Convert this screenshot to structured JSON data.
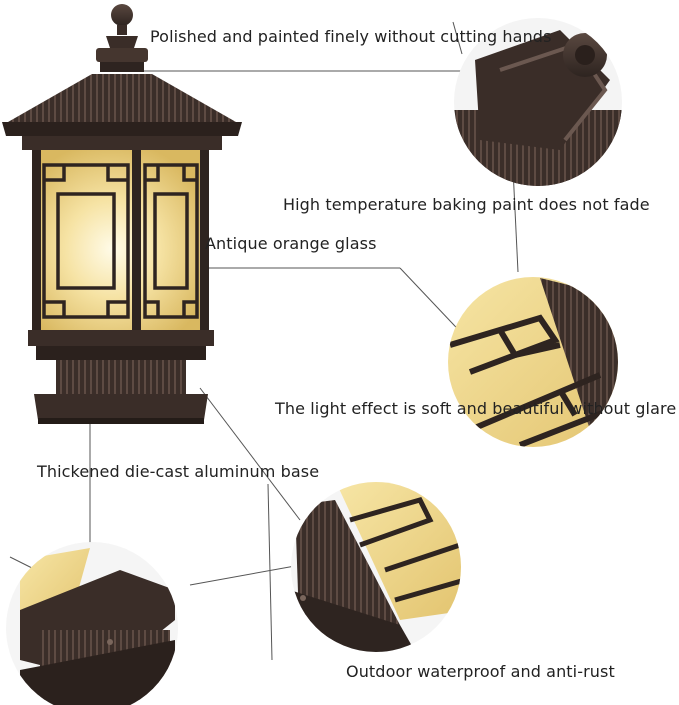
{
  "labels": {
    "polished": "Polished and painted finely without cutting hands",
    "baking": "High temperature baking paint does not fade",
    "glass": "Antique orange glass",
    "light": "The light effect is soft and beautiful without glare",
    "base": "Thickened die-cast aluminum base",
    "waterproof": "Outdoor waterproof and anti-rust"
  },
  "colors": {
    "frame": "#3e302a",
    "frame_dark": "#2a201c",
    "glass": "#f2d98a",
    "glass_glow": "#fff6d6",
    "background": "#ffffff",
    "text": "#222222"
  }
}
